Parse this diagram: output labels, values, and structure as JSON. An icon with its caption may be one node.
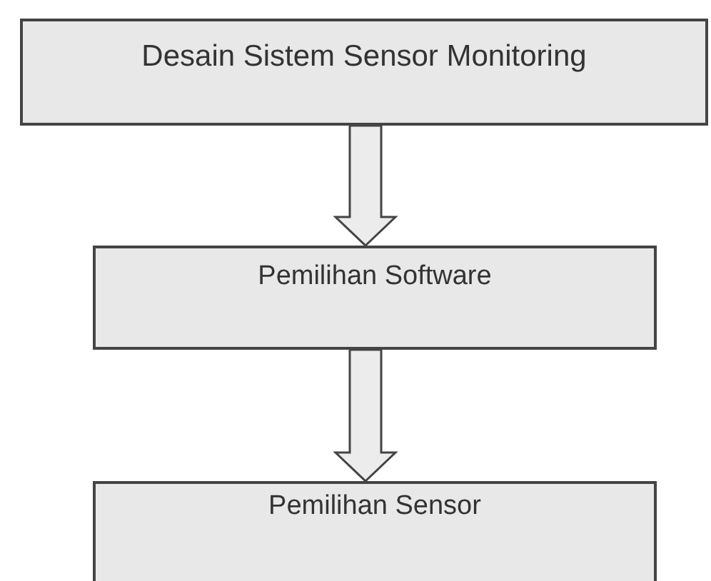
{
  "diagram": {
    "nodes": [
      {
        "text": [
          "Desain Sistem Sensor Monitoring"
        ]
      },
      {
        "text": [
          "Pemilihan Software"
        ]
      },
      {
        "text": [
          "Pemilihan Sensor"
        ]
      }
    ],
    "edges": [
      {
        "from": 0,
        "to": 1,
        "arrow": "to"
      },
      {
        "from": 1,
        "to": 2,
        "arrow": "to"
      }
    ]
  }
}
